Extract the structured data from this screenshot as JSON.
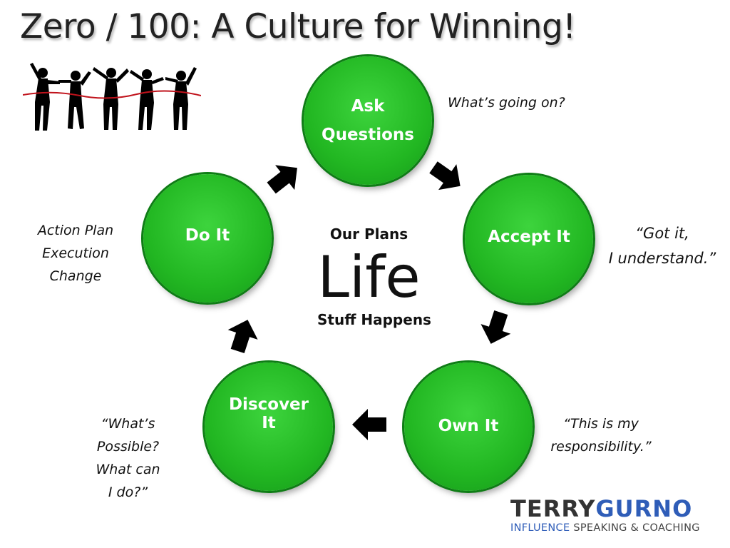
{
  "title": "Zero / 100:  A Culture for Winning!",
  "circles": {
    "ask": [
      "Ask",
      "Questions"
    ],
    "accept": "Accept It",
    "own": "Own It",
    "discover": [
      "Discover",
      "It"
    ],
    "doit": "Do It"
  },
  "notes": {
    "ask": "What’s going on?",
    "accept": [
      "“Got it,",
      "I understand.”"
    ],
    "own": [
      "“This is my",
      "responsibility.”"
    ],
    "discover": [
      "“What’s",
      "Possible?",
      "What can",
      "I do?”"
    ],
    "doit": [
      "Action Plan",
      "Execution",
      "Change"
    ]
  },
  "center": {
    "top": "Our Plans",
    "main": "Life",
    "bottom": "Stuff Happens"
  },
  "logo": {
    "first": "TERRY",
    "last": "GURNO",
    "sub_first": "INFLUENCE",
    "sub_rest": " SPEAKING & COACHING"
  },
  "colors": {
    "circle_green": "#22b722",
    "circle_border": "#0f7d16",
    "arrow": "#000000",
    "logo_blue": "#2f5db8"
  }
}
